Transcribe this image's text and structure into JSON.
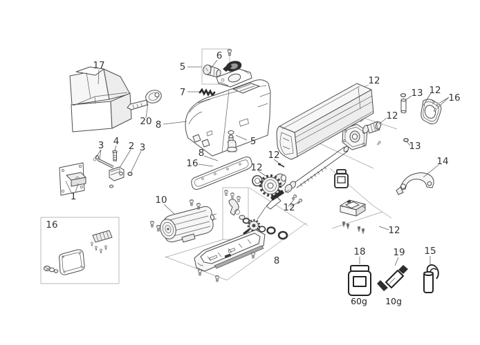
{
  "figure": {
    "kind": "exploded-parts-diagram",
    "subject": "gate operator actuator parts",
    "colors": {
      "line": "#4a4a4a",
      "label": "#333333",
      "dark": "#2e2e2e",
      "background": "#ffffff"
    }
  },
  "labels": {
    "part17": "17",
    "part20": "20",
    "part5_lock": "5",
    "part6": "6",
    "part7": "7",
    "part8_cover": "8",
    "part12_beam": "12",
    "part13_pin": "13",
    "part12_rear": "12",
    "part16_rear": "16",
    "part12_flange": "12",
    "part13_ring": "13",
    "part14": "14",
    "part3_pin": "3",
    "part4": "4",
    "part2": "2",
    "part3_ring": "3",
    "part1": "1",
    "part8_gasket": "8",
    "part16_gasket": "16",
    "part5_valve": "5",
    "part12_setscrew": "12",
    "part12_gear": "12",
    "part12_screws": "12",
    "part8_base": "8",
    "part10": "10",
    "part16_kit": "16",
    "part12_bracket": "12",
    "part18": "18",
    "part18_weight": "60g",
    "part19": "19",
    "part19_weight": "10g",
    "part15": "15"
  }
}
